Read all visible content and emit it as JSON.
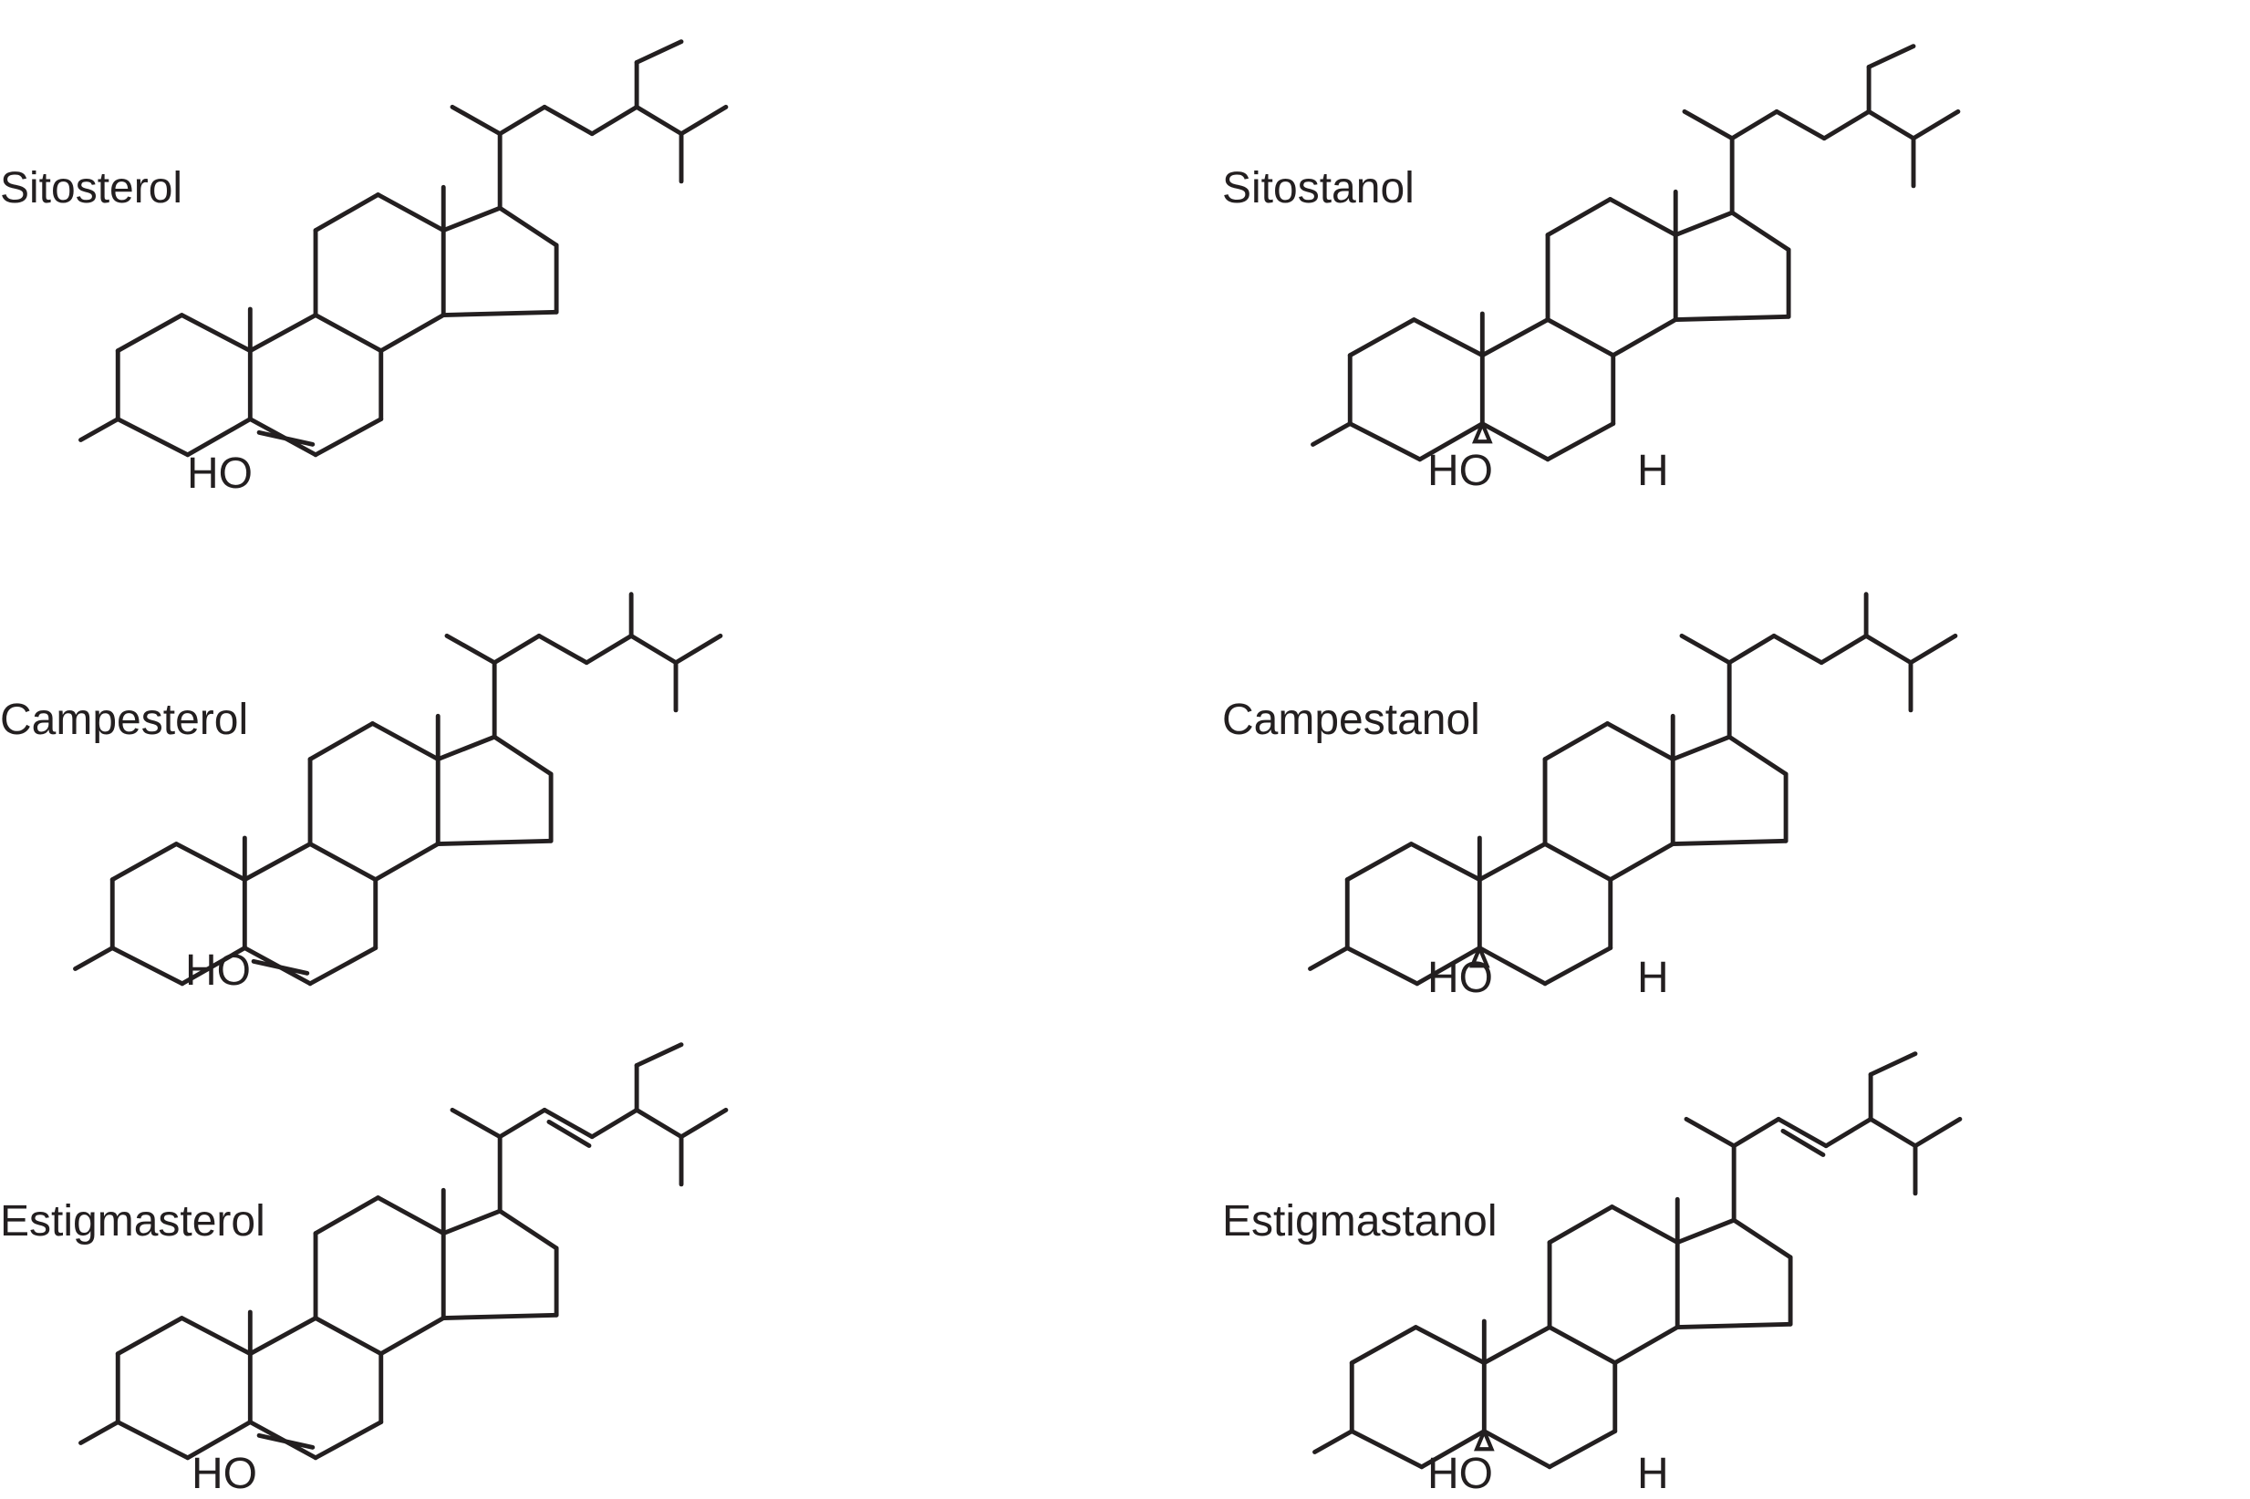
{
  "figure": {
    "columns": [
      {
        "saturation": "unsaturated (C5=C6 double bond)"
      },
      {
        "saturation": "saturated (5α-H)"
      }
    ],
    "structures": [
      {
        "name": "Sitosterol",
        "side_chain": "ethyl-branched, saturated",
        "ring_B": "double bond",
        "hydroxyl_label": "HO",
        "hydrogen_label": ""
      },
      {
        "name": "Sitostanol",
        "side_chain": "ethyl-branched, saturated",
        "ring_B": "saturated",
        "hydroxyl_label": "HO",
        "hydrogen_label": "H"
      },
      {
        "name": "Campesterol",
        "side_chain": "methyl-branched, saturated",
        "ring_B": "double bond",
        "hydroxyl_label": "HO",
        "hydrogen_label": ""
      },
      {
        "name": "Campestanol",
        "side_chain": "methyl-branched, saturated",
        "ring_B": "saturated",
        "hydroxyl_label": "HO",
        "hydrogen_label": "H"
      },
      {
        "name": "Estigmasterol",
        "side_chain": "ethyl-branched, trans C22=C23",
        "ring_B": "double bond",
        "hydroxyl_label": "HO",
        "hydrogen_label": ""
      },
      {
        "name": "Estigmastanol",
        "side_chain": "ethyl-branched, trans C22=C23",
        "ring_B": "saturated",
        "hydroxyl_label": "HO",
        "hydrogen_label": "H"
      }
    ],
    "colors": {
      "ink": "#231f20",
      "background": "#ffffff"
    }
  }
}
